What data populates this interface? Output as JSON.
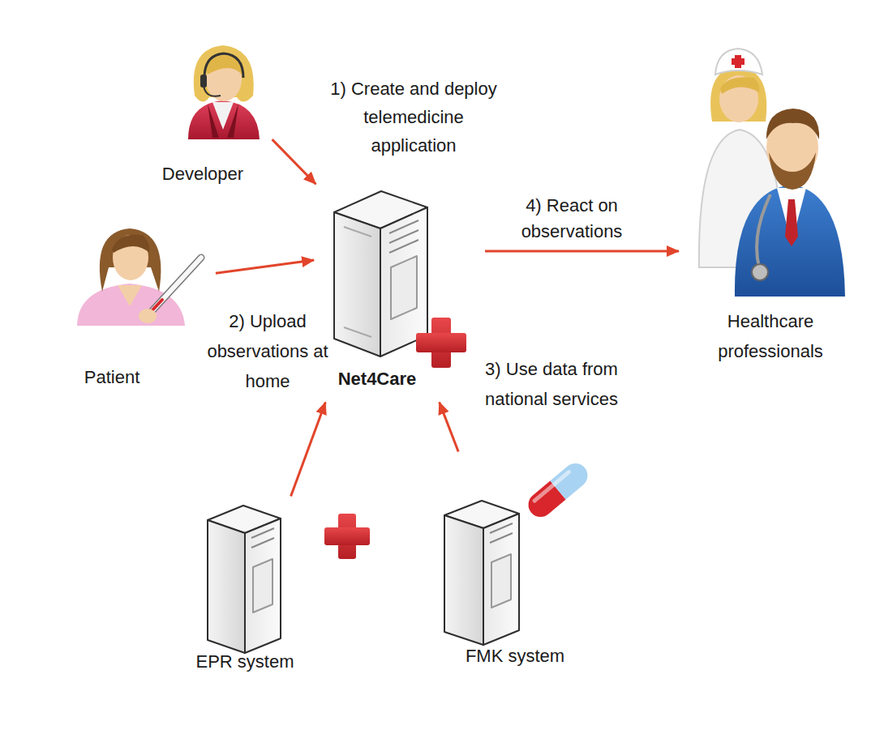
{
  "diagram": {
    "nodes": [
      {
        "text": [
          "Developer"
        ]
      },
      {
        "text": [
          "Patient"
        ]
      },
      {
        "text": [
          "Net4Care"
        ]
      },
      {
        "text": [
          "Healthcare professionals"
        ]
      },
      {
        "text": [
          "EPR system"
        ]
      },
      {
        "text": [
          "FMK system"
        ]
      }
    ],
    "edges": [
      {
        "from": 0,
        "to": 2,
        "label": "1) Create and deploy telemedicine application",
        "arrow": "to"
      },
      {
        "from": 1,
        "to": 2,
        "label": "2) Upload observations at home",
        "arrow": "to"
      },
      {
        "from": 2,
        "to": 3,
        "label": "4) React on observations",
        "arrow": "to"
      },
      {
        "from": 4,
        "to": 2,
        "arrow": "to"
      },
      {
        "from": 5,
        "to": 2,
        "arrow": "to"
      }
    ],
    "labels": [
      "3) Use data from national services"
    ]
  }
}
